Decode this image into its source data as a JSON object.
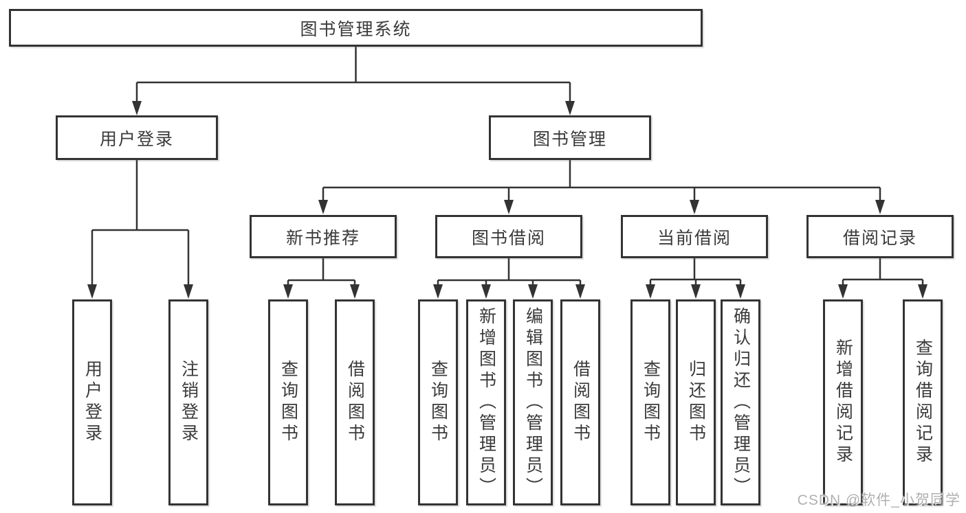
{
  "root_label": "图书管理系统",
  "branches": [
    {
      "label": "用户登录",
      "children": [
        {
          "label": "用户登录"
        },
        {
          "label": "注销登录"
        }
      ]
    },
    {
      "label": "图书管理",
      "children": [
        {
          "label": "新书推荐",
          "children": [
            {
              "label": "查询图书"
            },
            {
              "label": "借阅图书"
            }
          ]
        },
        {
          "label": "图书借阅",
          "children": [
            {
              "label": "查询图书"
            },
            {
              "label": "新增图书（管理员）"
            },
            {
              "label": "编辑图书（管理员）"
            },
            {
              "label": "借阅图书"
            }
          ]
        },
        {
          "label": "当前借阅",
          "children": [
            {
              "label": "查询图书"
            },
            {
              "label": "归还图书"
            },
            {
              "label": "确认归还（管理员）"
            }
          ]
        },
        {
          "label": "借阅记录",
          "children": [
            {
              "label": "新增借阅记录"
            },
            {
              "label": "查询借阅记录"
            }
          ]
        }
      ]
    }
  ],
  "watermark": "CSDN @软件_小贺同学",
  "colors": {
    "line": "#333333",
    "text": "#3a3a3a",
    "box_background": "#ffffff",
    "watermark": "#b0b0b0"
  }
}
